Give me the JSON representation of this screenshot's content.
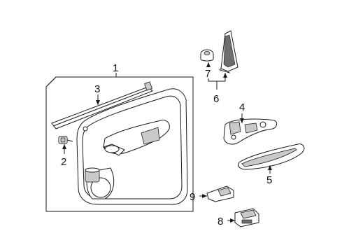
{
  "diagram": {
    "callouts": [
      {
        "id": "1",
        "text": "1"
      },
      {
        "id": "2",
        "text": "2"
      },
      {
        "id": "3",
        "text": "3"
      },
      {
        "id": "4",
        "text": "4"
      },
      {
        "id": "5",
        "text": "5"
      },
      {
        "id": "6",
        "text": "6"
      },
      {
        "id": "7",
        "text": "7"
      },
      {
        "id": "8",
        "text": "8"
      },
      {
        "id": "9",
        "text": "9"
      }
    ],
    "colors": {
      "line": "#1a1a1a",
      "shade": "#c9c9c9",
      "dark": "#6d6d6d",
      "background": "#ffffff"
    }
  }
}
